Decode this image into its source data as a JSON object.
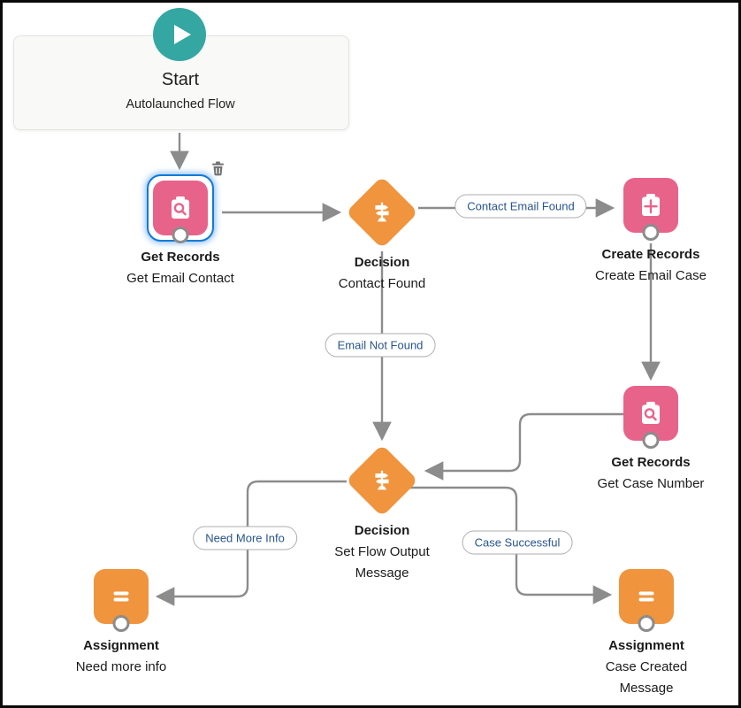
{
  "flow": {
    "start": {
      "title": "Start",
      "subtitle": "Autolaunched Flow"
    },
    "nodes": {
      "get_records_1": {
        "title": "Get Records",
        "subtitle": "Get Email Contact",
        "type": "get-records",
        "selected": true
      },
      "decision_1": {
        "title": "Decision",
        "subtitle": "Contact Found",
        "type": "decision"
      },
      "create_records": {
        "title": "Create Records",
        "subtitle": "Create Email Case",
        "type": "create-records"
      },
      "get_records_2": {
        "title": "Get Records",
        "subtitle": "Get Case Number",
        "type": "get-records"
      },
      "decision_2": {
        "title": "Decision",
        "subtitle": "Set Flow Output Message",
        "type": "decision"
      },
      "assignment_1": {
        "title": "Assignment",
        "subtitle": "Need more info",
        "type": "assignment"
      },
      "assignment_2": {
        "title": "Assignment",
        "subtitle": "Case Created Message",
        "type": "assignment"
      }
    },
    "connector_labels": {
      "contact_email_found": "Contact Email Found",
      "email_not_found": "Email Not Found",
      "need_more_info": "Need More Info",
      "case_successful": "Case Successful"
    },
    "colors": {
      "data_pink": "#e8638a",
      "logic_orange": "#f0943d",
      "start_teal": "#35a7a2",
      "connector_gray": "#8c8c8c",
      "selection_blue": "#0f7bd6",
      "pill_text_blue": "#28548f"
    }
  }
}
